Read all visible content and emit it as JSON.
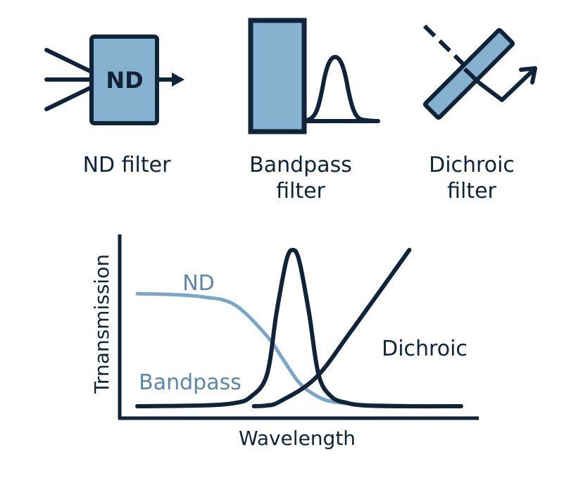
{
  "colors": {
    "ink": "#0f2339",
    "fill": "#86b1cf",
    "light_curve": "#7aa6c8",
    "light_text": "#5b86aa",
    "background": "#ffffff"
  },
  "icons": {
    "nd": {
      "box_text": "ND",
      "caption_line1": "ND filter",
      "caption_line2": ""
    },
    "bandpass": {
      "caption_line1": "Bandpass",
      "caption_line2": "filter"
    },
    "dichroic": {
      "caption_line1": "Dichroic",
      "caption_line2": "filter"
    }
  },
  "chart_data": {
    "type": "line",
    "title": "",
    "xlabel": "Wavelength",
    "ylabel": "Trnansmission",
    "grid": false,
    "ticks": false,
    "xlim": [
      0,
      100
    ],
    "ylim": [
      0,
      100
    ],
    "series": [
      {
        "name": "ND",
        "label": "ND",
        "style": "light",
        "x": [
          0,
          10,
          20,
          30,
          40,
          45,
          50,
          55,
          60,
          70,
          80,
          90,
          100
        ],
        "y": [
          72,
          71.5,
          70,
          65,
          45,
          30,
          15,
          7,
          3,
          1,
          0.5,
          0,
          0
        ]
      },
      {
        "name": "Bandpass",
        "label": "Bandpass",
        "style": "dark",
        "x": [
          0,
          20,
          30,
          35,
          40,
          43,
          46,
          48,
          50,
          53,
          56,
          60,
          65,
          70,
          80,
          100
        ],
        "y": [
          0,
          0.5,
          2,
          6,
          20,
          60,
          93,
          100,
          93,
          60,
          20,
          6,
          2,
          0.5,
          0,
          0
        ]
      },
      {
        "name": "Dichroic",
        "label": "Dichroic",
        "style": "dark",
        "x": [
          36,
          40,
          44,
          55,
          66,
          84
        ],
        "y": [
          0,
          0.5,
          3,
          18,
          48,
          100
        ]
      }
    ]
  }
}
